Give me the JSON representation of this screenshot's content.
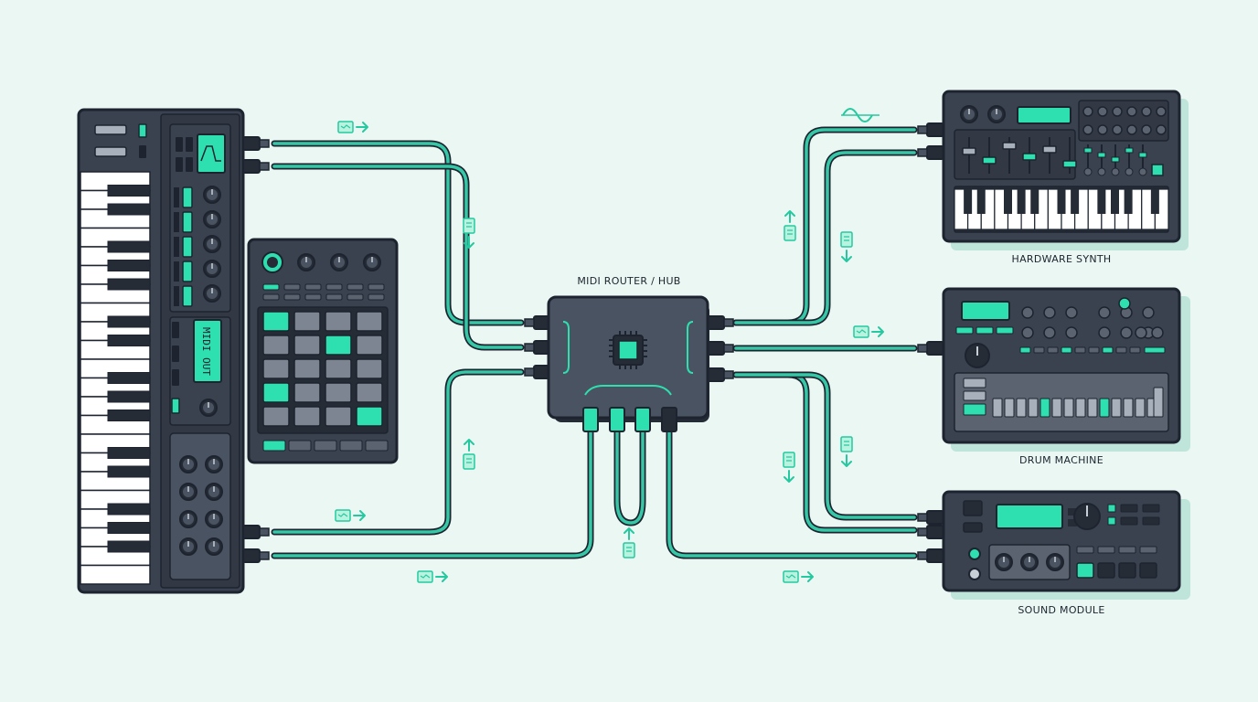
{
  "labels": {
    "hub": "MIDI ROUTER / HUB",
    "synth": "HARDWARE SYNTH",
    "drum": "DRUM MACHINE",
    "module": "SOUND MODULE",
    "keyboard_display": "MIDI OUT"
  },
  "colors": {
    "background": "#eaf7f2",
    "device": "#3a424f",
    "device_dark": "#262c36",
    "outline": "#1d2430",
    "accent": "#2ee0b0",
    "cable_core": "#36c7a6",
    "pad": "#7c8591"
  },
  "icons": {
    "cable_arrows": [
      "data-flow-right-icon",
      "data-flow-down-icon",
      "data-flow-up-icon"
    ],
    "hub_chip": "chip-icon",
    "synth_wave": "sine-wave-icon"
  }
}
